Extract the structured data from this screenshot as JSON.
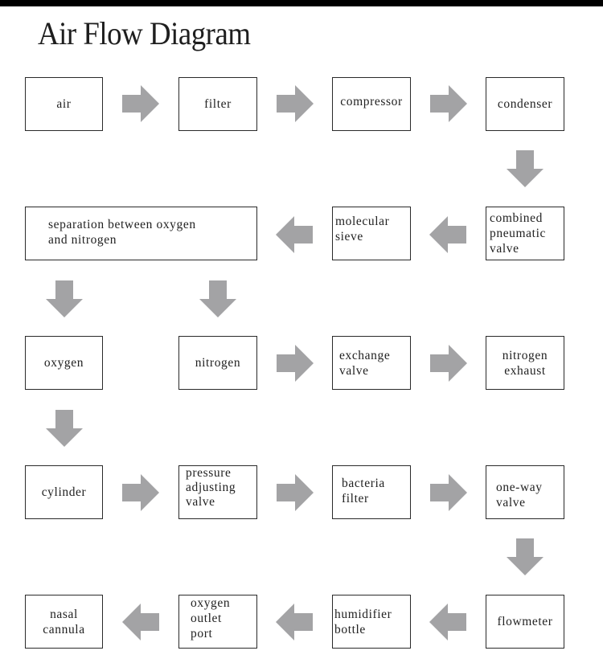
{
  "title": "Air Flow Diagram",
  "colors": {
    "arrow": "#a3a3a5",
    "border": "#2a2a2a",
    "text": "#222222",
    "topbar": "#000000"
  },
  "nodes": {
    "air": {
      "lines": [
        "air"
      ]
    },
    "filter": {
      "lines": [
        "filter"
      ]
    },
    "compressor": {
      "lines": [
        "compressor"
      ]
    },
    "condenser": {
      "lines": [
        "condenser"
      ]
    },
    "separation": {
      "lines": [
        "separation between oxygen",
        "and nitrogen"
      ]
    },
    "molecular_sieve": {
      "lines": [
        "molecular",
        "sieve"
      ]
    },
    "combined_pneumatic_valve": {
      "lines": [
        "combined",
        "pneumatic",
        "valve"
      ]
    },
    "oxygen": {
      "lines": [
        "oxygen"
      ]
    },
    "nitrogen": {
      "lines": [
        "nitrogen"
      ]
    },
    "exchange_valve": {
      "lines": [
        "exchange",
        "valve"
      ]
    },
    "nitrogen_exhaust": {
      "lines": [
        "nitrogen",
        "exhaust"
      ]
    },
    "cylinder": {
      "lines": [
        "cylinder"
      ]
    },
    "pressure_adjusting_valve": {
      "lines": [
        "pressure",
        "adjusting",
        "valve"
      ]
    },
    "bacteria_filter": {
      "lines": [
        "bacteria",
        "filter"
      ]
    },
    "one_way_valve": {
      "lines": [
        "one-way",
        "valve"
      ]
    },
    "nasal_cannula": {
      "lines": [
        "nasal",
        "cannula"
      ]
    },
    "oxygen_outlet_port": {
      "lines": [
        "oxygen",
        "outlet",
        "port"
      ]
    },
    "humidifier_bottle": {
      "lines": [
        "humidifier",
        "bottle"
      ]
    },
    "flowmeter": {
      "lines": [
        "flowmeter"
      ]
    }
  },
  "edges": [
    {
      "from": "air",
      "to": "filter",
      "direction": "right"
    },
    {
      "from": "filter",
      "to": "compressor",
      "direction": "right"
    },
    {
      "from": "compressor",
      "to": "condenser",
      "direction": "right"
    },
    {
      "from": "condenser",
      "to": "combined_pneumatic_valve",
      "direction": "down"
    },
    {
      "from": "combined_pneumatic_valve",
      "to": "molecular_sieve",
      "direction": "left"
    },
    {
      "from": "molecular_sieve",
      "to": "separation",
      "direction": "left"
    },
    {
      "from": "separation",
      "to": "oxygen",
      "direction": "down"
    },
    {
      "from": "separation",
      "to": "nitrogen",
      "direction": "down"
    },
    {
      "from": "nitrogen",
      "to": "exchange_valve",
      "direction": "right"
    },
    {
      "from": "exchange_valve",
      "to": "nitrogen_exhaust",
      "direction": "right"
    },
    {
      "from": "oxygen",
      "to": "cylinder",
      "direction": "down"
    },
    {
      "from": "cylinder",
      "to": "pressure_adjusting_valve",
      "direction": "right"
    },
    {
      "from": "pressure_adjusting_valve",
      "to": "bacteria_filter",
      "direction": "right"
    },
    {
      "from": "bacteria_filter",
      "to": "one_way_valve",
      "direction": "right"
    },
    {
      "from": "one_way_valve",
      "to": "flowmeter",
      "direction": "down"
    },
    {
      "from": "flowmeter",
      "to": "humidifier_bottle",
      "direction": "left"
    },
    {
      "from": "humidifier_bottle",
      "to": "oxygen_outlet_port",
      "direction": "left"
    },
    {
      "from": "oxygen_outlet_port",
      "to": "nasal_cannula",
      "direction": "left"
    }
  ]
}
